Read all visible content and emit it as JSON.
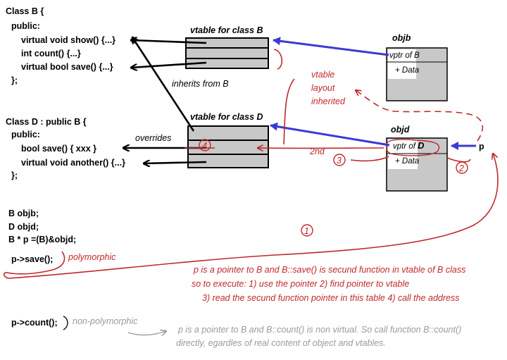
{
  "class_b": {
    "header": "Class B  {",
    "access": "public:",
    "methods": [
      "virtual void show() {...}",
      "int count() {...}",
      "virtual bool save() {...}"
    ],
    "close": "};"
  },
  "class_d": {
    "header": "Class D : public B {",
    "access": "public:",
    "methods": [
      "bool save() { xxx }",
      "virtual void another() {...}"
    ],
    "close": "};"
  },
  "vtable_b": {
    "title": "vtable for class B"
  },
  "vtable_d": {
    "title": "vtable for class D"
  },
  "objb": {
    "title": "objb",
    "vptr": "vptr of B",
    "data": "+ Data"
  },
  "objd": {
    "title": "objd",
    "vptr_prefix": "vptr of",
    "vptr_class": "D",
    "data": "+ Data"
  },
  "labels": {
    "inherits": "inherits from B",
    "overrides": "overrides",
    "vtable_layout": [
      "vtable",
      "layout",
      "inherited"
    ],
    "second": "2nd",
    "pointer": "p",
    "step1": "1",
    "step2": "2",
    "step3": "3",
    "step4": "4"
  },
  "decls": [
    "B objb;",
    "D objd;",
    "B *  p   =(B)&objd;"
  ],
  "poly": {
    "code": "p->save();",
    "label": "polymorphic",
    "explanation": [
      "p is a pointer to B    and B::save() is secund function in vtable of B class",
      "so to execute: 1) use the pointer 2) find pointer to vtable",
      "3) read the secund function pointer in this table  4) call the address"
    ]
  },
  "nonpoly": {
    "code": "p->count();",
    "label": "non-polymorphic",
    "explanation": [
      "p is a pointer to B  and B::count() is non virtual.  So call function B::count()",
      "directly, egardles of real content of object and vtables."
    ]
  },
  "colors": {
    "red": "#c0282b",
    "blue": "#3a3ad6",
    "gray": "#9a9a9a",
    "box_fill": "#c8c8c8"
  }
}
